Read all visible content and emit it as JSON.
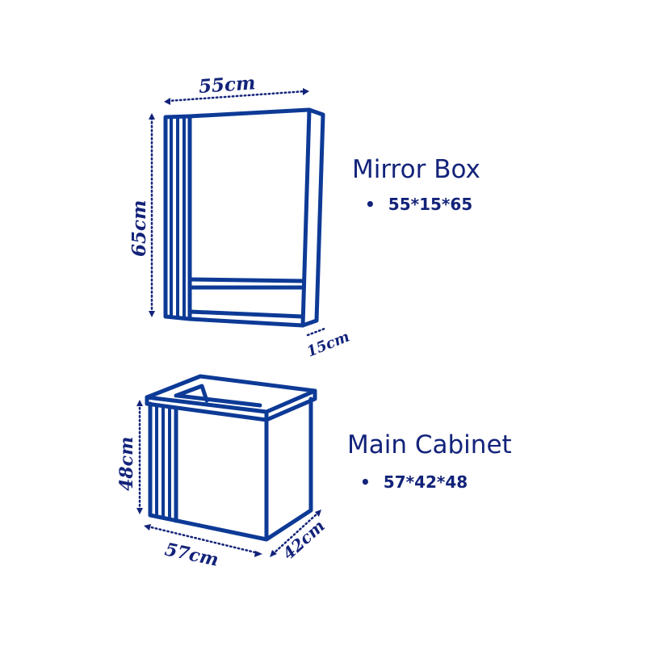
{
  "colors": {
    "line": "#0d3a96",
    "text": "#13237a"
  },
  "mirror_box": {
    "title": "Mirror Box",
    "spec": "55*15*65",
    "width_label": "55cm",
    "height_label": "65cm",
    "depth_label": "15cm"
  },
  "main_cabinet": {
    "title": "Main Cabinet",
    "spec": "57*42*48",
    "width_label": "57cm",
    "height_label": "48cm",
    "depth_label": "42cm"
  }
}
